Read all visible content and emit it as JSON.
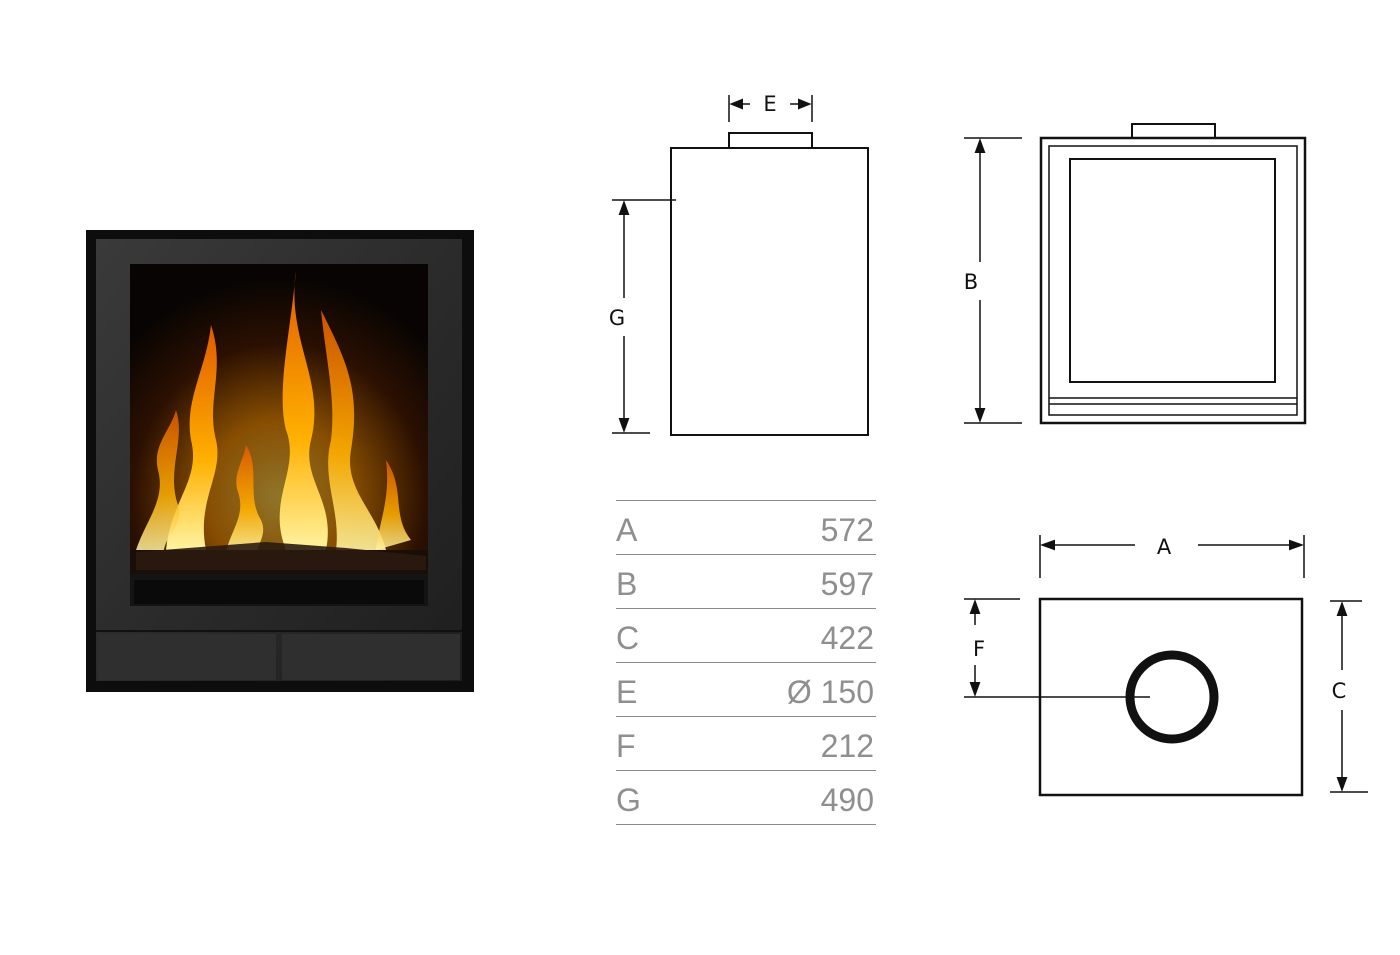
{
  "diagram": {
    "dimension_labels": {
      "a": "A",
      "b": "B",
      "c": "C",
      "e": "E",
      "f": "F",
      "g": "G"
    }
  },
  "spec_table": {
    "rows": [
      {
        "key": "A",
        "value": "572"
      },
      {
        "key": "B",
        "value": "597"
      },
      {
        "key": "C",
        "value": "422"
      },
      {
        "key": "E",
        "value": "Ø 150"
      },
      {
        "key": "F",
        "value": "212"
      },
      {
        "key": "G",
        "value": "490"
      }
    ]
  },
  "colors": {
    "line": "#111111",
    "table_text": "#8f8f8f",
    "stove_body": "#2a2a2a",
    "flame": "#f5a000"
  }
}
